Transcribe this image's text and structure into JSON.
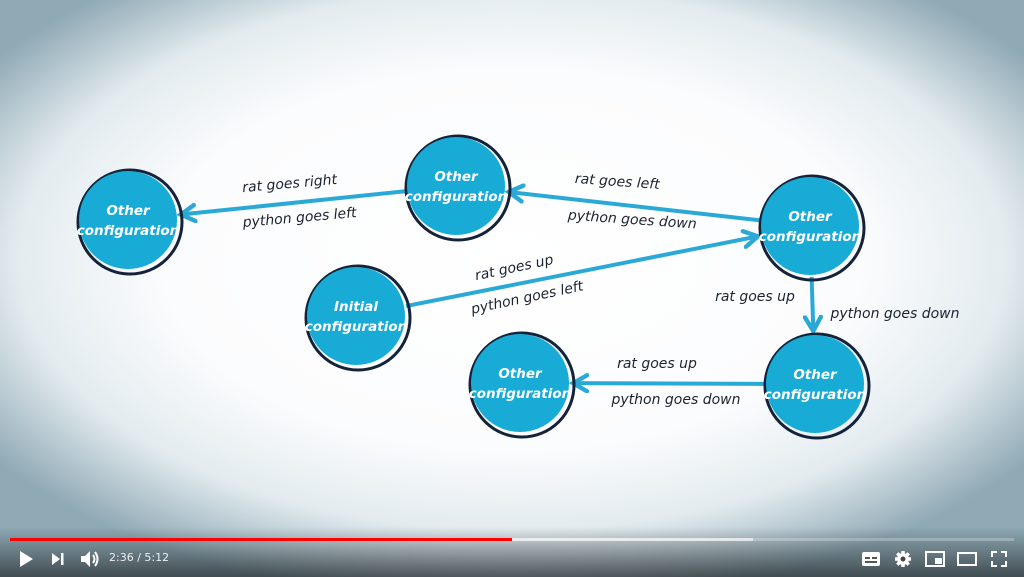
{
  "diagram": {
    "nodes": [
      {
        "id": "a",
        "line1": "Other",
        "line2": "configuration"
      },
      {
        "id": "b",
        "line1": "Other",
        "line2": "configuration"
      },
      {
        "id": "c",
        "line1": "Other",
        "line2": "configuration"
      },
      {
        "id": "i",
        "line1": "Initial",
        "line2": "configuration"
      },
      {
        "id": "d",
        "line1": "Other",
        "line2": "configuration"
      },
      {
        "id": "e",
        "line1": "Other",
        "line2": "configuration"
      }
    ],
    "edges": [
      {
        "from": "b",
        "to": "a",
        "top": "rat goes right",
        "bottom": "python goes left"
      },
      {
        "from": "c",
        "to": "b",
        "top": "rat goes left",
        "bottom": "python goes down"
      },
      {
        "from": "i",
        "to": "c",
        "top": "rat goes up",
        "bottom": "python goes left"
      },
      {
        "from": "c",
        "to": "e",
        "top": "rat goes up",
        "bottom": "python goes down"
      },
      {
        "from": "e",
        "to": "d",
        "top": "rat goes up",
        "bottom": "python goes down"
      }
    ],
    "colors": {
      "node": "#18abd6",
      "outline": "#14233a",
      "arrow": "#2aa9d6"
    }
  },
  "player": {
    "current_time": "2:36",
    "separator": " / ",
    "duration": "5:12",
    "progress_percent": 50,
    "buffered_percent": 74,
    "icons": [
      "play-icon",
      "next-icon",
      "volume-icon",
      "subtitles-icon",
      "settings-icon",
      "miniplayer-icon",
      "theater-mode-icon",
      "fullscreen-icon"
    ]
  }
}
